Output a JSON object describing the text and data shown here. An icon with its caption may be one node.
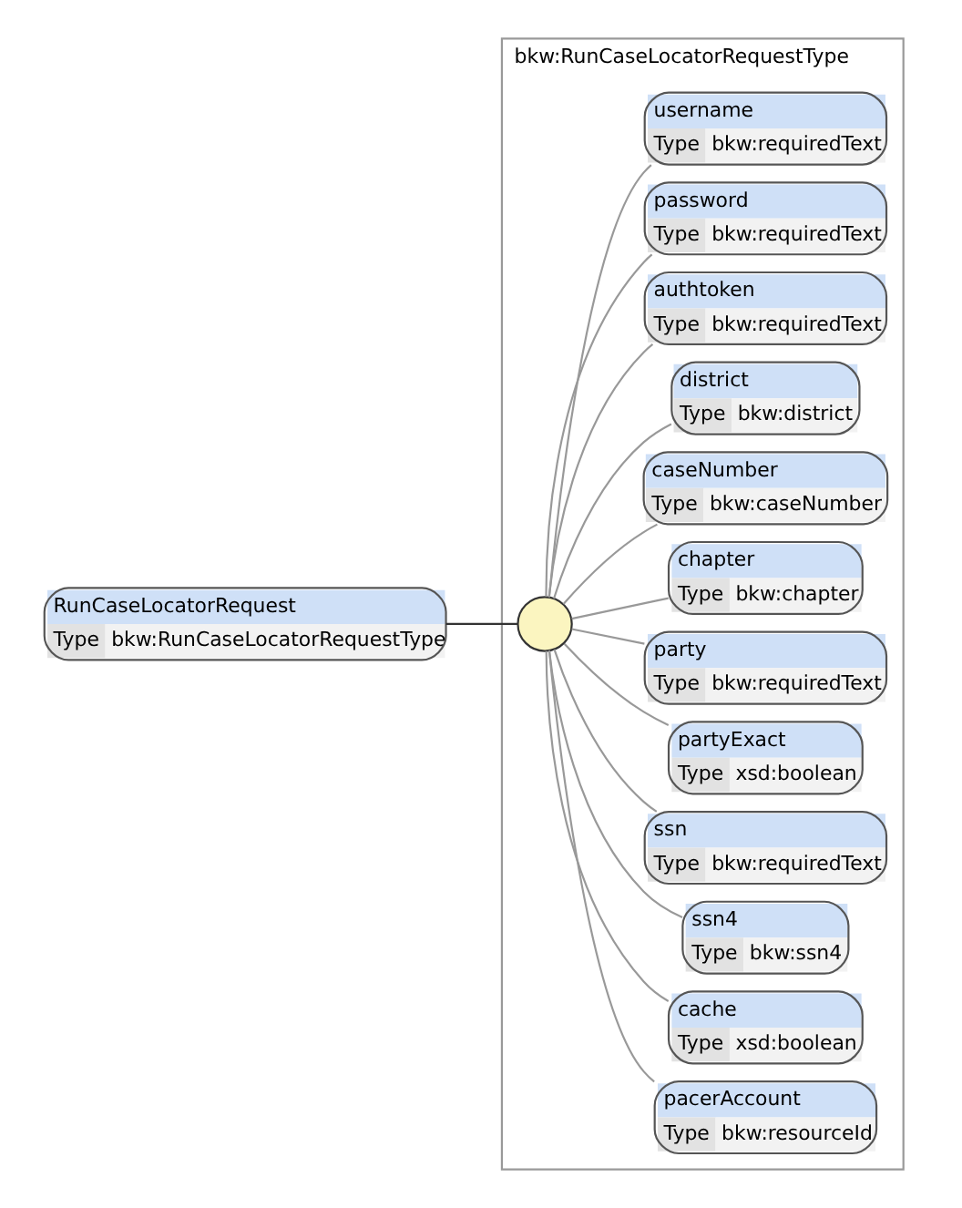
{
  "diagram": {
    "nodes": [
      {
        "text": [
          "RunCaseLocatorRequest",
          "Type",
          "bkw:RunCaseLocatorRequestType"
        ]
      },
      {
        "text": [
          "bkw:RunCaseLocatorRequestType"
        ]
      },
      {
        "text": [],
        "shape": "circle",
        "in": 1
      },
      {
        "text": [
          "username",
          "Type",
          "bkw:requiredText"
        ],
        "in": 1
      },
      {
        "text": [
          "password",
          "Type",
          "bkw:requiredText"
        ],
        "in": 1
      },
      {
        "text": [
          "authtoken",
          "Type",
          "bkw:requiredText"
        ],
        "in": 1
      },
      {
        "text": [
          "district",
          "Type",
          "bkw:district"
        ],
        "in": 1
      },
      {
        "text": [
          "caseNumber",
          "Type",
          "bkw:caseNumber"
        ],
        "in": 1
      },
      {
        "text": [
          "chapter",
          "Type",
          "bkw:chapter"
        ],
        "in": 1
      },
      {
        "text": [
          "party",
          "Type",
          "bkw:requiredText"
        ],
        "in": 1
      },
      {
        "text": [
          "partyExact",
          "Type",
          "xsd:boolean"
        ],
        "in": 1
      },
      {
        "text": [
          "ssn",
          "Type",
          "bkw:requiredText"
        ],
        "in": 1
      },
      {
        "text": [
          "ssn4",
          "Type",
          "bkw:ssn4"
        ],
        "in": 1
      },
      {
        "text": [
          "cache",
          "Type",
          "xsd:boolean"
        ],
        "in": 1
      },
      {
        "text": [
          "pacerAccount",
          "Type",
          "bkw:resourceId"
        ],
        "in": 1
      }
    ],
    "edges": [
      {
        "from": 0,
        "to": 2,
        "arrow": "none",
        "color": "#333333"
      },
      {
        "from": 2,
        "to": 3,
        "arrow": "none"
      },
      {
        "from": 2,
        "to": 4,
        "arrow": "none"
      },
      {
        "from": 2,
        "to": 5,
        "arrow": "none"
      },
      {
        "from": 2,
        "to": 6,
        "arrow": "none"
      },
      {
        "from": 2,
        "to": 7,
        "arrow": "none"
      },
      {
        "from": 2,
        "to": 8,
        "arrow": "none"
      },
      {
        "from": 2,
        "to": 9,
        "arrow": "none"
      },
      {
        "from": 2,
        "to": 10,
        "arrow": "none"
      },
      {
        "from": 2,
        "to": 11,
        "arrow": "none"
      },
      {
        "from": 2,
        "to": 12,
        "arrow": "none"
      },
      {
        "from": 2,
        "to": 13,
        "arrow": "none"
      },
      {
        "from": 2,
        "to": 14,
        "arrow": "none"
      }
    ]
  }
}
